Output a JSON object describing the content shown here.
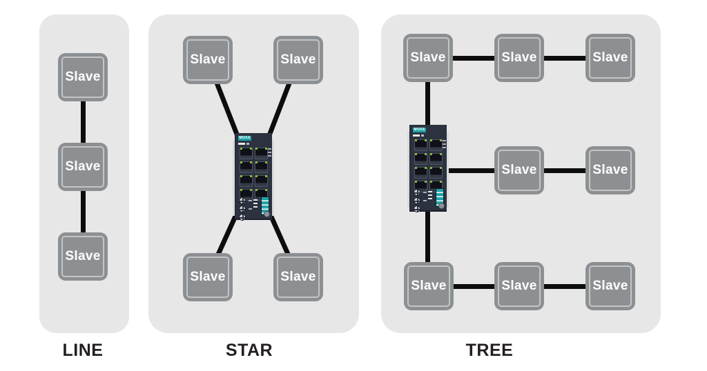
{
  "diagram": {
    "node_label": "Slave",
    "switch_brand": "MOXA",
    "panels": [
      {
        "id": "line",
        "label": "LINE",
        "slave_count": 3,
        "has_switch": false,
        "topology": "3 slaves chained vertically"
      },
      {
        "id": "star",
        "label": "STAR",
        "slave_count": 4,
        "has_switch": true,
        "topology": "4 slaves connected diagonally to central switch"
      },
      {
        "id": "tree",
        "label": "TREE",
        "slave_count": 8,
        "has_switch": true,
        "topology": "switch trunk with three horizontal branches of slaves"
      }
    ],
    "colors": {
      "page_bg": "#ffffff",
      "panel_bg": "#e7e7e7",
      "node_fill": "#8d9093",
      "node_inner_stroke": "#c3c5c7",
      "node_text": "#ffffff",
      "cable": "#0d0d0d",
      "label_text": "#231f20",
      "switch_body": "#2c3240",
      "switch_teal": "#1fa3a7",
      "port_led_green": "#86b93e"
    }
  }
}
